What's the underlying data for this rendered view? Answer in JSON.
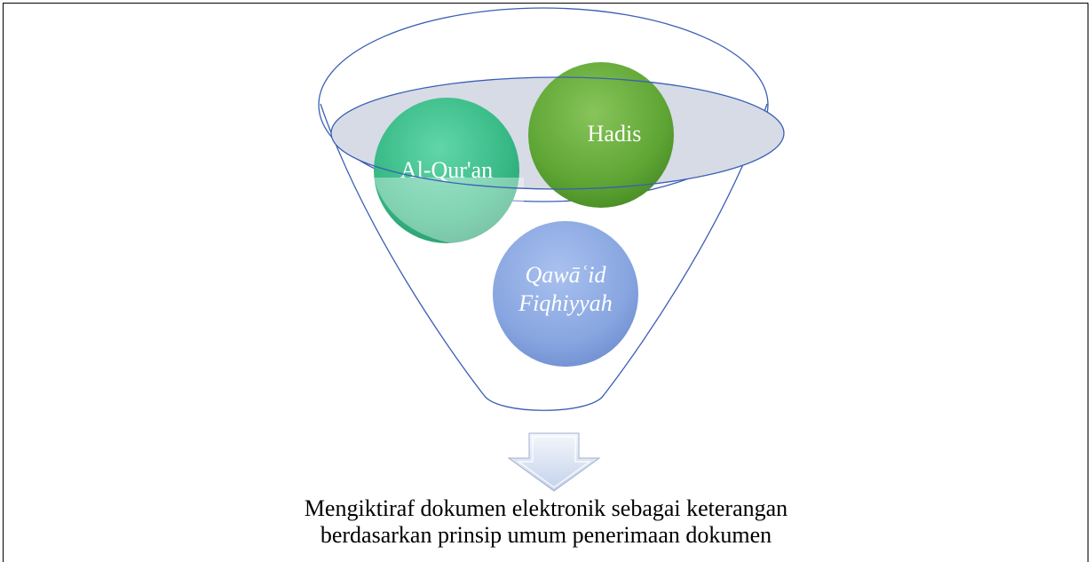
{
  "sources": {
    "quran": "Al-Qur'an",
    "hadith": "Hadis",
    "qawaid_line1": "Qawāʿid",
    "qawaid_line2": "Fiqhiyyah"
  },
  "conclusion": {
    "line1": "Mengiktiraf dokumen elektronik sebagai keterangan",
    "line2": "berdasarkan prinsip umum penerimaan dokumen"
  },
  "colors": {
    "funnel_outline": "#3b5fb5",
    "quran": "#3cc28f",
    "hadith": "#5ea534",
    "qawaid": "#87a5e0",
    "arrow": "#d8e2f2"
  }
}
